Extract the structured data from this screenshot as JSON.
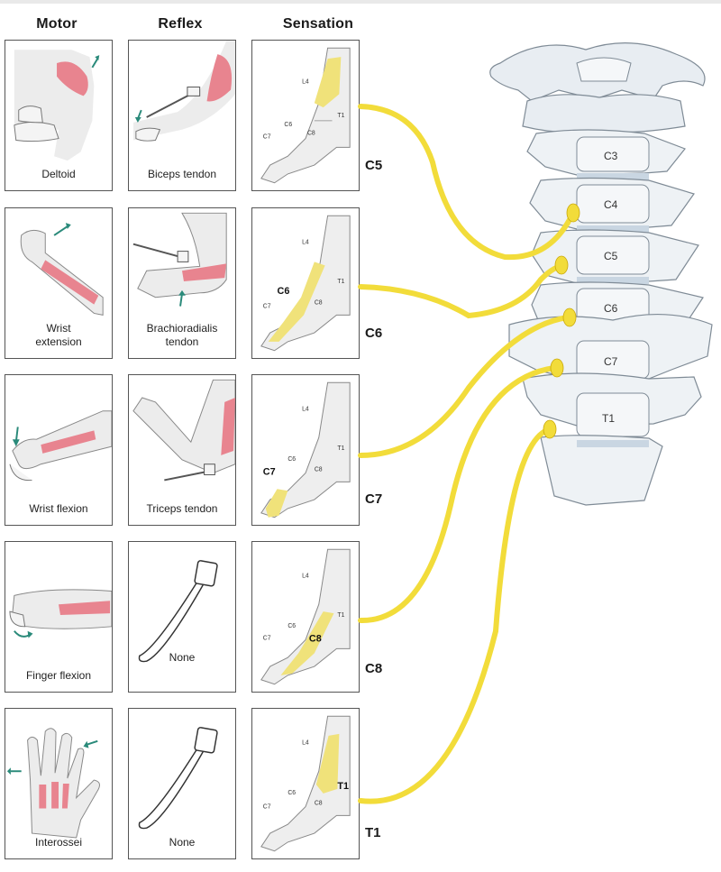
{
  "headers": {
    "motor": "Motor",
    "reflex": "Reflex",
    "sensation": "Sensation"
  },
  "rows": [
    {
      "level": "C5",
      "motor": "Deltoid",
      "reflex": "Biceps tendon",
      "dermatome": "C5"
    },
    {
      "level": "C6",
      "motor": "Wrist extension",
      "reflex": "Brachioradialis tendon",
      "dermatome": "C6"
    },
    {
      "level": "C7",
      "motor": "Wrist flexion",
      "reflex": "Triceps tendon",
      "dermatome": "C7"
    },
    {
      "level": "C8",
      "motor": "Finger flexion",
      "reflex": "None",
      "dermatome": "C8"
    },
    {
      "level": "T1",
      "motor": "Interossei",
      "reflex": "None",
      "dermatome": "T1"
    }
  ],
  "motor_lines": [
    [
      "Deltoid"
    ],
    [
      "Wrist",
      "extension"
    ],
    [
      "Wrist flexion"
    ],
    [
      "Finger flexion"
    ],
    [
      "Interossei"
    ]
  ],
  "reflex_lines": [
    [
      "Biceps tendon"
    ],
    [
      "Brachioradialis",
      "tendon"
    ],
    [
      "Triceps tendon"
    ],
    [
      "None"
    ],
    [
      "None"
    ]
  ],
  "dermatome_labels": {
    "l4": "L4",
    "t1": "T1",
    "c6": "C6",
    "c7": "C7",
    "c8": "C8"
  },
  "vertebrae": [
    "C3",
    "C4",
    "C5",
    "C6",
    "C7",
    "T1"
  ],
  "colors": {
    "nerve": "#f2dc3a",
    "muscle": "#e8848f",
    "arrow": "#2a8a7a",
    "dermatome": "#f0e27a"
  }
}
